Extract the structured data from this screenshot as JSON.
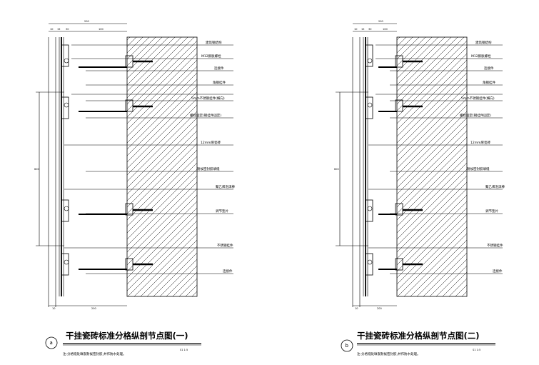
{
  "details": [
    {
      "id": "a",
      "title": "干挂瓷砖标准分格纵剖节点图(一)",
      "scale_text": "S1  1:5",
      "note": "注:分格缝处填嵌耐候密封胶,并作防水处理。",
      "labels": [
        "建筑钢结构",
        "M12膨胀螺栓",
        "连接件",
        "角钢挂件",
        "5mm不锈钢挂件(横向)",
        "螺栓固定(钢挂件固定)",
        "12mm厚瓷砖",
        "耐候密封胶填缝",
        "聚乙烯泡沫棒",
        "调节垫片",
        "不锈钢挂件",
        "连接件"
      ],
      "top_dims": [
        "10",
        "15",
        "30",
        "100",
        "200"
      ],
      "side_dim": "600",
      "bottom_dims": [
        "10",
        "200"
      ]
    },
    {
      "id": "b",
      "title": "干挂瓷砖标准分格纵剖节点图(二)",
      "scale_text": "S1  1:5",
      "note": "注:分格缝处填嵌耐候密封胶,并作防水处理。",
      "labels": [
        "建筑钢结构",
        "M12膨胀螺栓",
        "连接件",
        "角钢挂件",
        "5mm不锈钢挂件(横向)",
        "螺栓固定(钢挂件固定)",
        "12mm厚瓷砖",
        "耐候密封胶填缝",
        "聚乙烯泡沫棒",
        "调节垫片",
        "不锈钢挂件",
        "连接件"
      ],
      "top_dims": [
        "10",
        "15",
        "30",
        "100",
        "200"
      ],
      "side_dim": "600",
      "bottom_dims": [
        "10",
        "200"
      ]
    }
  ],
  "colors": {
    "ink": "#000000",
    "paper": "#ffffff"
  }
}
